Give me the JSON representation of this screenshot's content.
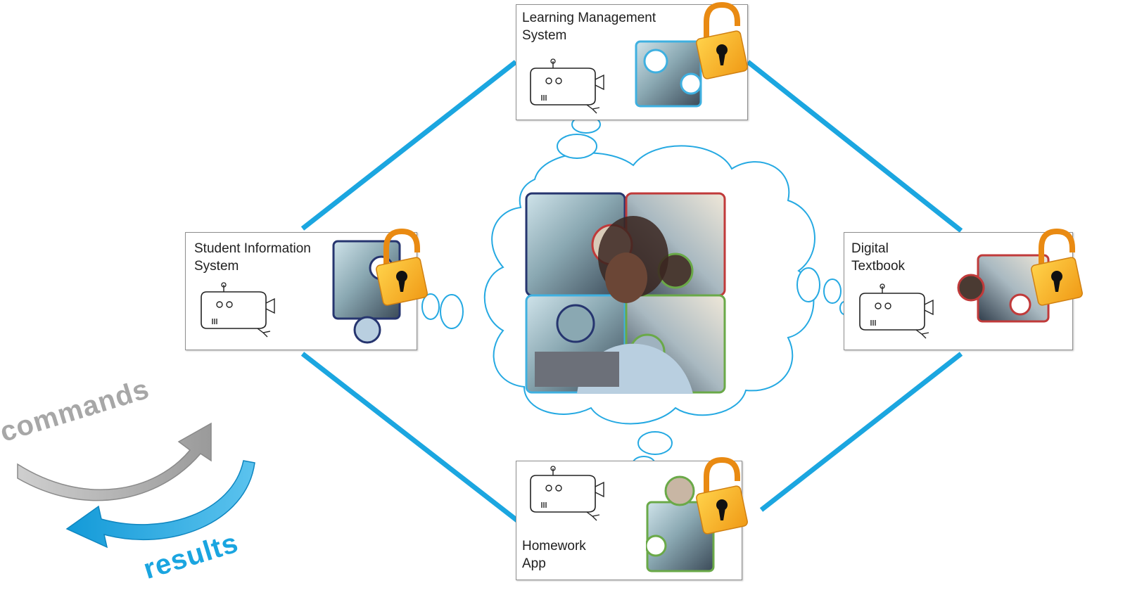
{
  "nodes": {
    "lms": {
      "label": "Learning Management\nSystem"
    },
    "sis": {
      "label": "Student Information\nSystem"
    },
    "textbook": {
      "label": "Digital\nTextbook"
    },
    "homework": {
      "label": "Homework\nApp"
    }
  },
  "flow": {
    "commands_label": "commands",
    "results_label": "results"
  },
  "colors": {
    "connector": "#1ba6e0",
    "cloud_stroke": "#25a9e2",
    "lock_body": "#f5a623",
    "lock_shackle": "#e98a12",
    "piece_blue": "#26356f",
    "piece_red": "#c03a3a",
    "piece_green": "#6aa948",
    "piece_cyan": "#3fb0e0",
    "commands_arrow": "#a9a9a9",
    "results_arrow": "#1aa5e0"
  },
  "icons": [
    "robot-icon",
    "lock-icon",
    "puzzle-piece",
    "thought-cloud",
    "curved-arrow"
  ]
}
